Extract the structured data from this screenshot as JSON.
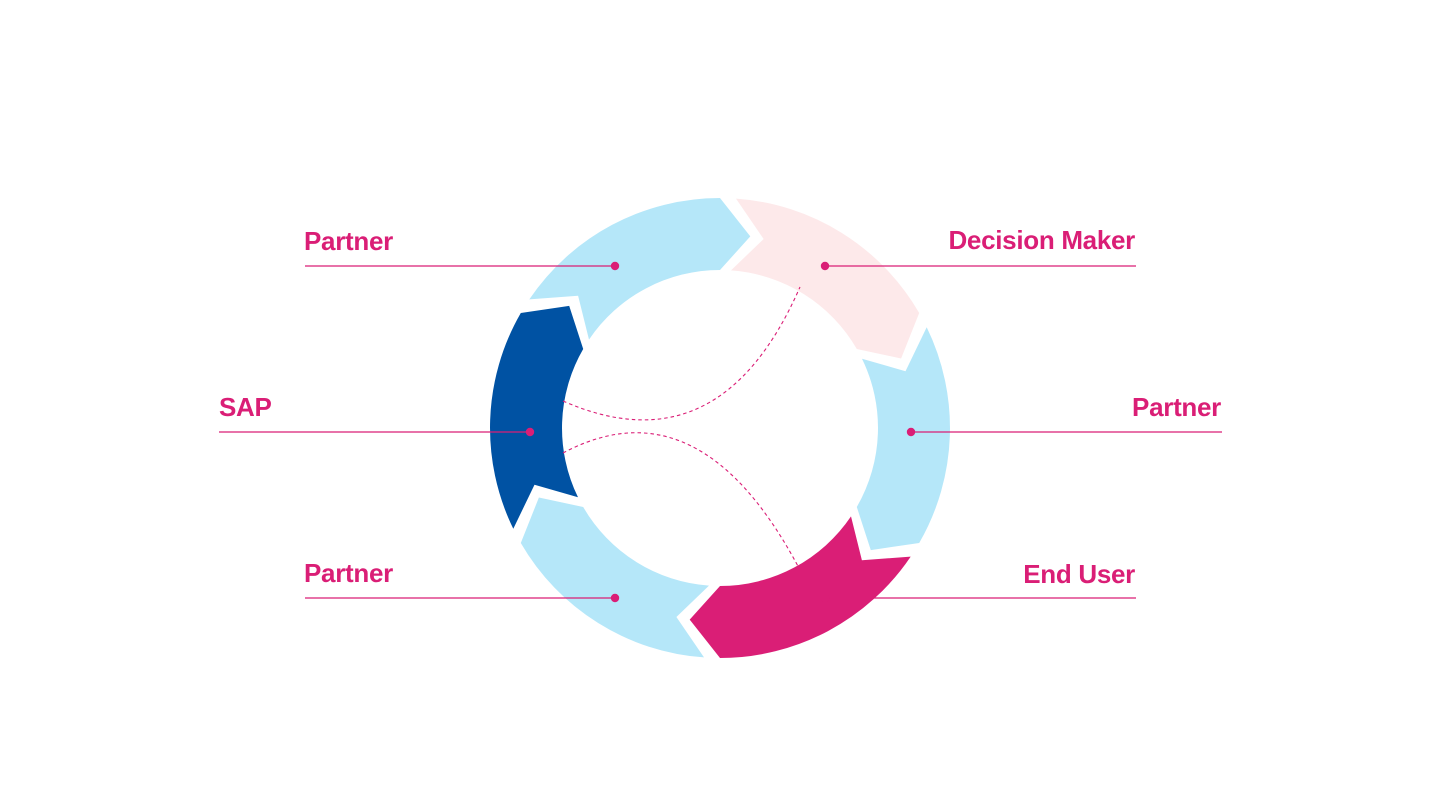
{
  "colors": {
    "accent": "#da1e76",
    "sap": "#0052a3",
    "partner": "#b5e7f9",
    "decision_maker": "#fde9ea",
    "end_user": "#da1e76",
    "background": "#ffffff"
  },
  "segments": [
    {
      "id": "partner-top-left",
      "label": "Partner",
      "fill": "#b5e7f9"
    },
    {
      "id": "decision-maker",
      "label": "Decision Maker",
      "fill": "#fde9ea"
    },
    {
      "id": "partner-right",
      "label": "Partner",
      "fill": "#b5e7f9"
    },
    {
      "id": "end-user",
      "label": "End User",
      "fill": "#da1e76"
    },
    {
      "id": "partner-bottom-left",
      "label": "Partner",
      "fill": "#b5e7f9"
    },
    {
      "id": "sap",
      "label": "SAP",
      "fill": "#0052a3"
    }
  ]
}
